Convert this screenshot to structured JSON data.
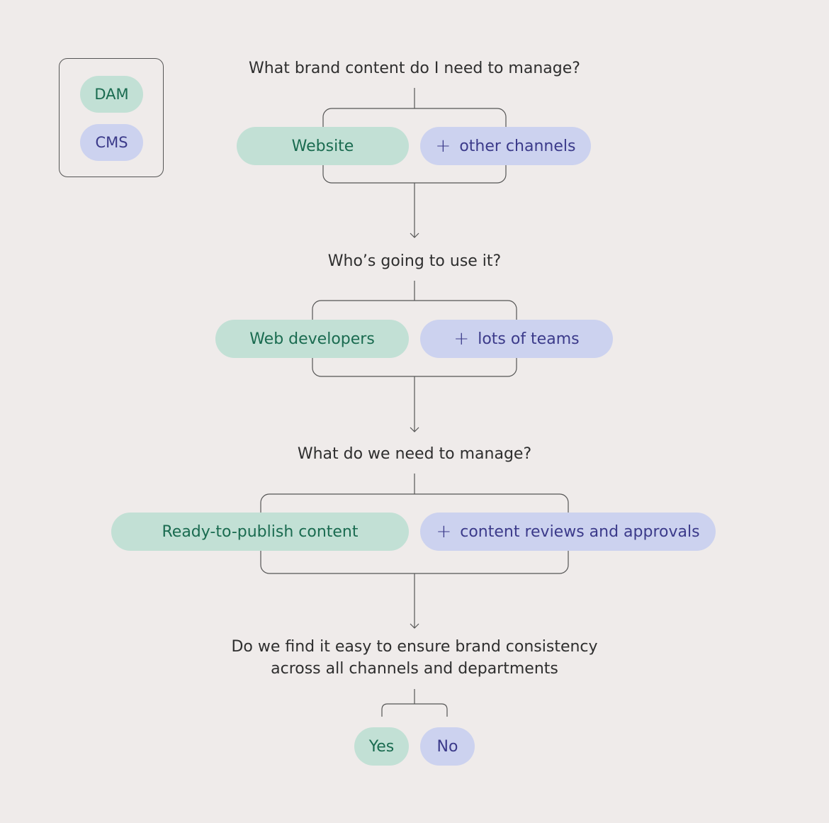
{
  "legend": {
    "dam_label": "DAM",
    "cms_label": "CMS",
    "dam_color": "#c2e0d5",
    "cms_color": "#ccd2ef"
  },
  "steps": [
    {
      "question": "What brand content do I need to manage?",
      "dam_option": "Website",
      "cms_option": "other channels"
    },
    {
      "question": "Who’s going to use it?",
      "dam_option": "Web developers",
      "cms_option": "lots of teams"
    },
    {
      "question": "What do we need to manage?",
      "dam_option": "Ready-to-publish content",
      "cms_option": "content reviews and approvals"
    },
    {
      "question_line1": "Do we find it easy to ensure brand consistency",
      "question_line2": "across all channels and departments",
      "dam_option": "Yes",
      "cms_option": "No"
    }
  ],
  "plus_icon": "plus-icon"
}
